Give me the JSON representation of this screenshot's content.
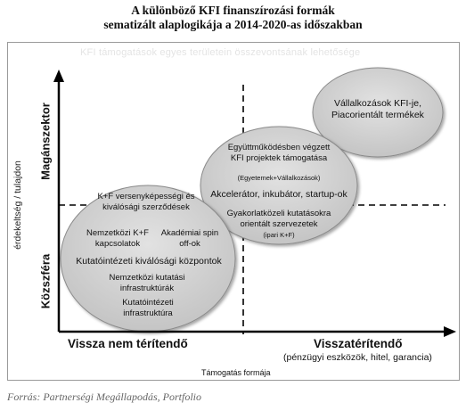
{
  "title": {
    "line1": "A különböző KFI finanszírozási formák",
    "line2": "sematizált alaplogikája a 2014-2020-as időszakban"
  },
  "faint_text": "KFI támogatások egyes területein összevontsának lehetősége",
  "axes": {
    "y_top": "Magánszektor",
    "y_bottom": "Közszféra",
    "y_title": "érdekeltség / tulajdon",
    "x_left": "Vissza nem térítendő",
    "x_right": "Visszatérítendő",
    "x_right_sub": "(pénzügyi eszközök, hitel, garancia)",
    "x_title": "Támogatás formája"
  },
  "bubbles": {
    "left": {
      "l1": "K+F versenyképességi és kiválósági szerződések",
      "l2a": "Nemzetközi K+F kapcsolatok",
      "l2b": "Akadémiai spin off-ok",
      "l3": "Kutatóintézeti kiválósági központok",
      "l4": "Nemzetközi kutatási infrastruktúrák",
      "l5": "Kutatóintézeti infrastruktúra"
    },
    "middle": {
      "l1": "Együttműködésben végzett KFI projektek támogatása",
      "l1_sub": "(Egyetemek+Vállalkozások)",
      "l2": "Akcelerátor, inkubátor, startup-ok",
      "l3": "Gyakorlatközeli kutatásokra orientált szervezetek",
      "l3_sub": "(ipari K+F)"
    },
    "right": {
      "l1": "Vállalkozások KFI-je, Piacorientált termékek"
    }
  },
  "source": "Forrás: Partnerségi Megállapodás, Portfolio",
  "colors": {
    "bubble_fill": "#cfcfcf",
    "bubble_stroke": "#8a8a8a",
    "axis": "#000000"
  }
}
